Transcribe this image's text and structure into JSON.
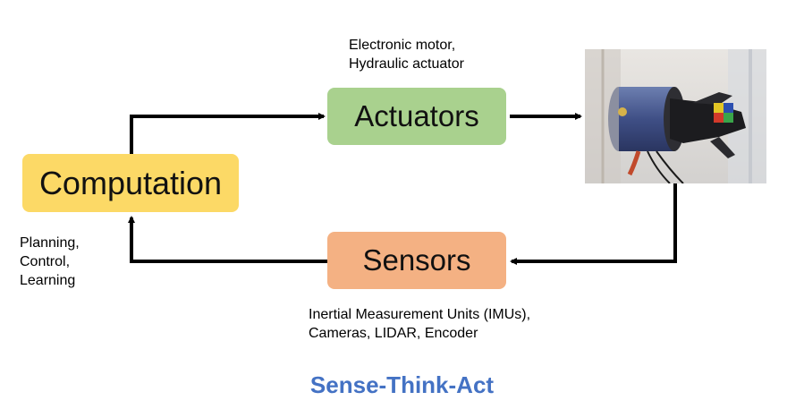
{
  "nodes": {
    "computation": {
      "label": "Computation",
      "color": "#FCD966"
    },
    "actuators": {
      "label": "Actuators",
      "color": "#A9D18E"
    },
    "sensors": {
      "label": "Sensors",
      "color": "#F4B183"
    }
  },
  "notes": {
    "actuators": "Electronic motor,\nHydraulic actuator",
    "computation": "Planning,\nControl,\nLearning",
    "sensors": "Inertial Measurement Units (IMUs),\nCameras, LIDAR, Encoder"
  },
  "caption": {
    "text": "Sense-Think-Act",
    "color": "#4472C4"
  },
  "image": {
    "icon": "robot-hand-photo"
  },
  "colors": {
    "arrow": "#000000"
  }
}
